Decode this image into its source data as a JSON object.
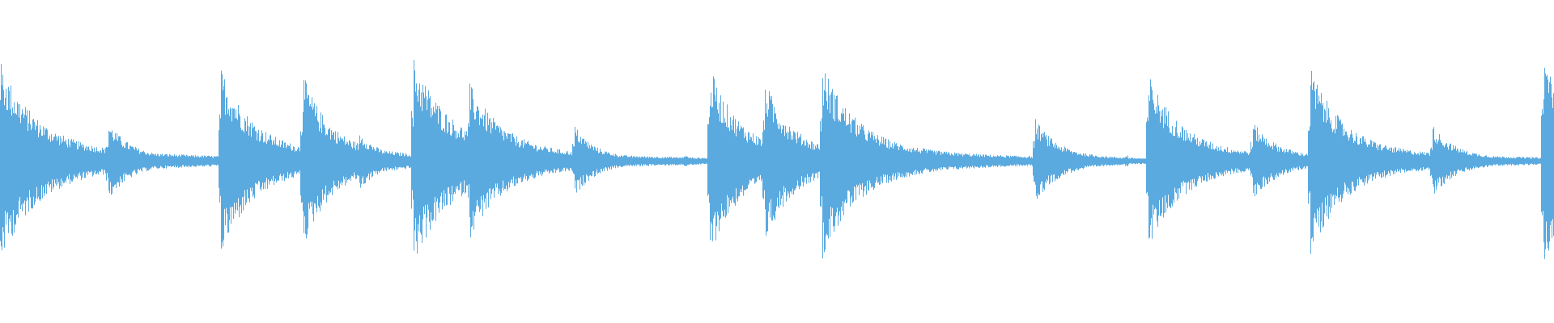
{
  "waveform": {
    "color": "#5aaae0",
    "background": "#ffffff",
    "bursts": [
      {
        "t": 0.0,
        "amp": 0.62,
        "decay": 0.03
      },
      {
        "t": 0.07,
        "amp": 0.24,
        "decay": 0.018
      },
      {
        "t": 0.142,
        "amp": 0.58,
        "decay": 0.026
      },
      {
        "t": 0.195,
        "amp": 0.54,
        "decay": 0.022
      },
      {
        "t": 0.231,
        "amp": 0.18,
        "decay": 0.016
      },
      {
        "t": 0.266,
        "amp": 0.64,
        "decay": 0.03
      },
      {
        "t": 0.302,
        "amp": 0.48,
        "decay": 0.028
      },
      {
        "t": 0.37,
        "amp": 0.22,
        "decay": 0.016
      },
      {
        "t": 0.44,
        "amp": 0.04,
        "decay": 0.006
      },
      {
        "t": 0.457,
        "amp": 0.58,
        "decay": 0.024
      },
      {
        "t": 0.492,
        "amp": 0.5,
        "decay": 0.022
      },
      {
        "t": 0.511,
        "amp": 0.14,
        "decay": 0.012
      },
      {
        "t": 0.529,
        "amp": 0.6,
        "decay": 0.028
      },
      {
        "t": 0.598,
        "amp": 0.04,
        "decay": 0.006
      },
      {
        "t": 0.666,
        "amp": 0.26,
        "decay": 0.018
      },
      {
        "t": 0.739,
        "amp": 0.54,
        "decay": 0.026
      },
      {
        "t": 0.806,
        "amp": 0.24,
        "decay": 0.02
      },
      {
        "t": 0.843,
        "amp": 0.58,
        "decay": 0.026
      },
      {
        "t": 0.922,
        "amp": 0.22,
        "decay": 0.018
      },
      {
        "t": 0.993,
        "amp": 0.68,
        "decay": 0.03
      }
    ],
    "specks": [
      0.035,
      0.04,
      0.108,
      0.124,
      0.16,
      0.176,
      0.21,
      0.247,
      0.283,
      0.318,
      0.338,
      0.565,
      0.597,
      0.643,
      0.598,
      0.617,
      0.776,
      0.778,
      0.705,
      0.723,
      0.761,
      0.825,
      0.873,
      0.955
    ]
  }
}
